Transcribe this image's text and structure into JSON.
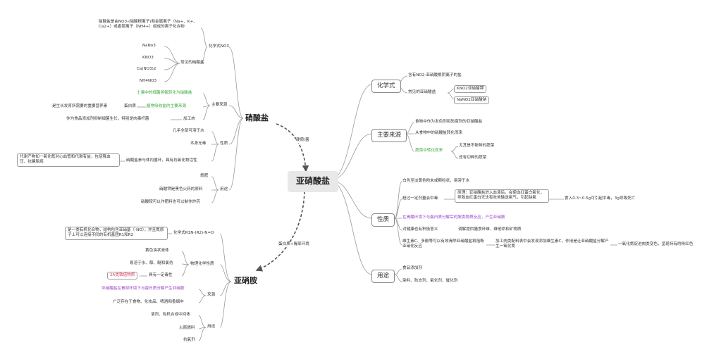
{
  "root": "亚硝酸盐",
  "link_labels": {
    "a": "硬质/菌",
    "b": "蛋白质+胃部环境"
  },
  "nitrate": {
    "title": "硝酸盐",
    "chem": {
      "label": "化学式NO3",
      "desc": "硝酸盐是由NO3-(硝酸根离子)和金属离子（Na+、K+、Ca2+）或者铵离子（NH4+）组成的离子化合物",
      "common_label": "常见的硝酸盐",
      "items": [
        "NaNo3",
        "KNO3",
        "Ca(NO3)2",
        "NH4NO3"
      ]
    },
    "source": {
      "label": "主要来源",
      "soil": "土壤中的细菌将氨转化为硝酸盐",
      "plant": "植物吸收盐的主要来源",
      "protein": "蛋白质",
      "growth": "是生长发育所需要的重要营养素",
      "process": "加工肉",
      "additive": "作为食品添加剂抑制细菌生长，特别是肉毒杆菌"
    },
    "props": {
      "label": "性质",
      "soluble": "几乎全部可溶于水",
      "nontoxic": "本身无毒",
      "cycle": "硝酸盐参与体内循环，具有抗氧化物活性",
      "heart": "代谢产物如一氧化氮对心血管和代谢有益，包括降血压、抗糖尿病"
    },
    "uses": {
      "label": "用途",
      "fert": "氮肥",
      "gunpowder": "硝酸钾是黑色火药的原料",
      "ammonium": "硝酸铵可以作肥料也可以制作炸药"
    }
  },
  "nitrite": {
    "chem": {
      "label": "化学式",
      "ion": "含有NO2-亚硝酸根阴离子的盐",
      "common_label": "常见的亚硝酸盐",
      "items": [
        "KNO2亚硝酸钾",
        "NaNO2亚硝酸钠"
      ]
    },
    "source": {
      "label": "主要来源",
      "food": "食物中作为发色剂和防腐剂的亚硝酸盐",
      "conv": "从食物中的硝酸盐转化而来",
      "veg": "蔬菜中转化而来",
      "veg1": "尤其是不新鲜的蔬菜",
      "veg2": "还有切碎的蔬菜"
    },
    "props": {
      "label": "性质",
      "appearance": "白色至淡黄色粉末或颗粒状，易溶于水",
      "excess": "超过一定剂量会中毒",
      "mech": "原理：亚硝酸盐进入血液后，会使血红蛋白氧化，导致血红蛋白无法有效地输送氧气，引起缺氧",
      "dose": "食入0.3~0.5g可引起中毒，3g导致死亡",
      "stomach": "在胃酸环境下与蛋白质分解后的胺类物质反应，产生亚硝胺",
      "health": "对健康也有积极意义",
      "health_desc": "调解提供膳食纤维、维他命和矿物质",
      "vitc": "维生素C、多酚等可以有效清除亚硝酸盐和阻断亚硝化反应",
      "vitc_detail": "加工肉类配料表中会发现添加维生素C，作用是让亚硝酸盐分解产生一氧化氮",
      "color": "一氧化氮促进肉类变色，呈现特有的粉红色"
    },
    "uses": {
      "label": "用途",
      "add": "食品添加剂",
      "dye": "染料、防冻剂、氧化剂、催化剂"
    }
  },
  "nitrosamine": {
    "title": "亚硝胺",
    "chem": {
      "label": "化学式R1N-(R2)-N=O",
      "desc": "是一类有机化合物，结构包含亚硝基（-NO），并且氮原子上可以连接不同的有机基团R1和R2"
    },
    "phys": {
      "label": "物理化学性质",
      "oil": "黄色油状液体",
      "sol": "易溶于水、醇、醚和氯仿",
      "tox": "具有一定毒性",
      "carc": "2A类致癌物质"
    },
    "source": {
      "label": "来源",
      "gastric": "亚硝酸盐在胃部环境下与蛋白质分解产生亚硝胺",
      "wide": "广泛存在于食物、化妆品、啤酒和香烟中"
    },
    "uses": {
      "label": "用途",
      "solvent": "溶剂、有机合成中间体",
      "rocket": "火箭燃料",
      "anti": "抗氧剂"
    }
  },
  "colors": {
    "line": "#9a9a9a",
    "green": "#3aa83a",
    "purple": "#9b3fc7",
    "pink": "#e0405a"
  }
}
